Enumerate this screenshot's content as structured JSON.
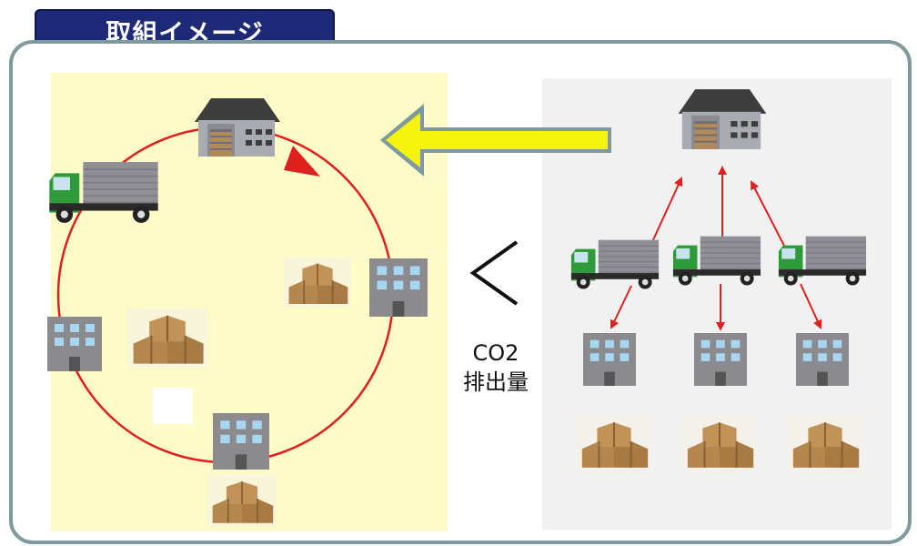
{
  "title": "取組イメージ",
  "comparison": {
    "symbol": "<",
    "label_line1": "CO2",
    "label_line2": "排出量"
  },
  "left_scenario": {
    "nodes": [
      "warehouse-icon",
      "truck-icon",
      "building-icon",
      "building-icon",
      "building-icon",
      "boxes-icon",
      "boxes-icon",
      "boxes-icon"
    ],
    "route": "circular"
  },
  "right_scenario": {
    "nodes": [
      "warehouse-icon",
      "truck-icon",
      "truck-icon",
      "truck-icon",
      "building-icon",
      "building-icon",
      "building-icon",
      "boxes-icon",
      "boxes-icon",
      "boxes-icon"
    ],
    "route": "direct"
  },
  "colors": {
    "frame": "#7f9a9c",
    "title_bg": "#1e2a78",
    "left_bg": "#fdfbc8",
    "right_bg": "#f1f1f1",
    "route": "#e0201e",
    "big_arrow_fill": "#f5f40d",
    "big_arrow_border": "#7f9a9c"
  }
}
